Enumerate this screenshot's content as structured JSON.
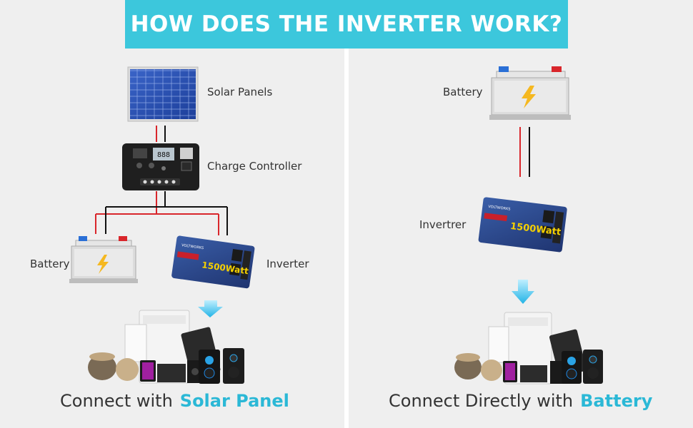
{
  "title": "HOW DOES THE INVERTER WORK?",
  "left": {
    "solar_panels_label": "Solar Panels",
    "charge_controller_label": "Charge Controller",
    "battery_label": "Battery",
    "inverter_label": "Inverter",
    "inverter_display_text": "1500Watt",
    "inverter_brand_text": "VOLTWORKS",
    "caption_prefix": "Connect with",
    "caption_highlight": "Solar Panel"
  },
  "right": {
    "battery_label": "Battery",
    "inverter_label": "Invertrer",
    "inverter_display_text": "1500Watt",
    "inverter_brand_text": "VOLTWORKS",
    "caption_prefix": "Connect Directly with",
    "caption_highlight": "Battery"
  },
  "colors": {
    "banner": "#3cc7dc",
    "highlight": "#2bb8d6",
    "panel_bg": "#efefef",
    "wire_red": "#d9262b",
    "wire_black": "#111111",
    "inverter_blue": "#2f4c8c",
    "bolt_yellow": "#f5b820"
  },
  "icons": [
    "solar-panel-icon",
    "charge-controller-icon",
    "battery-icon",
    "inverter-icon",
    "down-arrow-icon",
    "appliances-icon"
  ]
}
